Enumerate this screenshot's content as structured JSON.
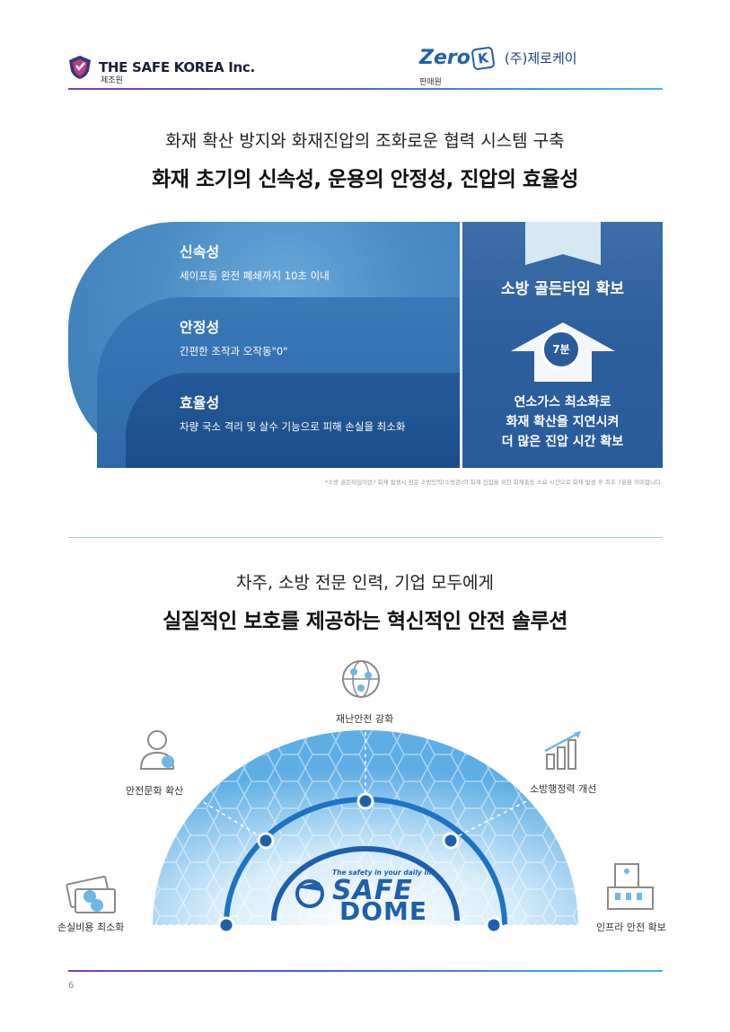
{
  "header": {
    "left_brand": "THE SAFE KOREA Inc.",
    "left_sub": "제조원",
    "right_brand_prefix": "Zero",
    "right_brand_k": "K",
    "right_corp": "(주)제로케이",
    "right_sub": "판매원"
  },
  "section1": {
    "subtitle": "화재 확산 방지와 화재진압의 조화로운 협력 시스템 구축",
    "title": "화재 초기의 신속성, 운용의 안정성, 진압의 효율성",
    "items": [
      {
        "title": "신속성",
        "desc": "세이프돔 완전 폐쇄까지 10초 이내"
      },
      {
        "title": "안정성",
        "desc": "간편한 조작과 오작동\"0\""
      },
      {
        "title": "효율성",
        "desc": "차량 국소 격리 및 살수 기능으로 피해 손실을 최소화"
      }
    ],
    "golden_time": "소방 골든타임 확보",
    "clock_label": "7분",
    "right_lines": [
      "연소가스 최소화로",
      "화재 확산을 지연시켜",
      "더 많은 진압 시간 확보"
    ],
    "footnote": "*소방 골든타임이란? 화재 발생시 전문 소방인력(소방관)의 화재 진압을 위한 화재출동 소요 시간으로 화재 발생 후 최초 7분을 의미합니다."
  },
  "section2": {
    "subtitle": "차주, 소방 전문 인력, 기업 모두에게",
    "title": "실질적인 보호를 제공하는  혁신적인 안전 솔루션",
    "labels": {
      "loss": "손실비용 최소화",
      "culture": "안전문화 확산",
      "disaster": "재난안전 강화",
      "fire_admin": "소방행정력 개선",
      "infra": "인프라 안전 확보"
    },
    "logo_tagline": "The safety in your daily life",
    "logo_line1": "SAFE",
    "logo_line2": "DOME"
  },
  "footer": {
    "page": "6"
  },
  "colors": {
    "accent_blue": "#1f5fb0",
    "dome_blue": "#6fb6e6",
    "arc_blue": "#1f73c4"
  }
}
